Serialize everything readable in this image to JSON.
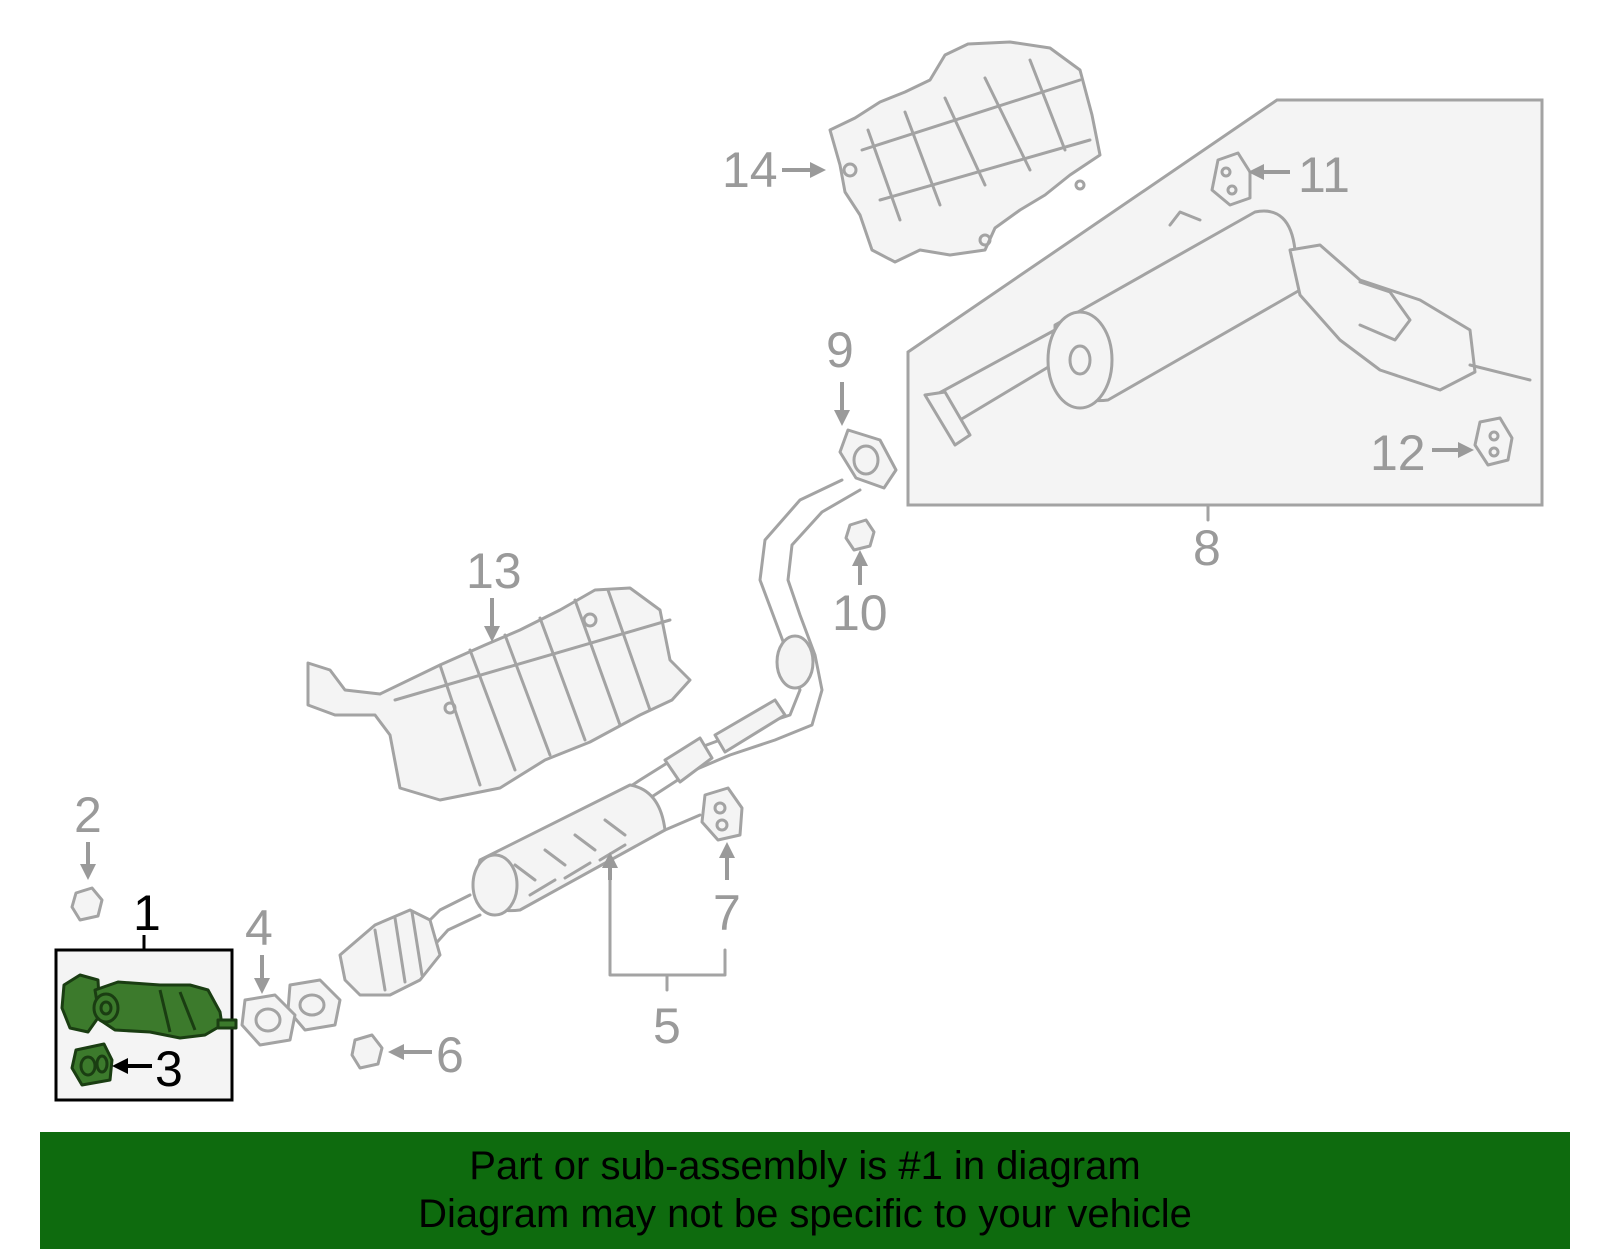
{
  "callouts": {
    "c1": "1",
    "c2": "2",
    "c3": "3",
    "c4": "4",
    "c5": "5",
    "c6": "6",
    "c7": "7",
    "c8": "8",
    "c9": "9",
    "c10": "10",
    "c11": "11",
    "c12": "12",
    "c13": "13",
    "c14": "14"
  },
  "banner": {
    "line1": "Part or sub-assembly is #1 in diagram",
    "line2": "Diagram may not be specific to your vehicle"
  },
  "colors": {
    "highlight_part": "#3c7a2c",
    "banner_background": "#0e6b0e",
    "callout_text": "#9a9a9a"
  }
}
